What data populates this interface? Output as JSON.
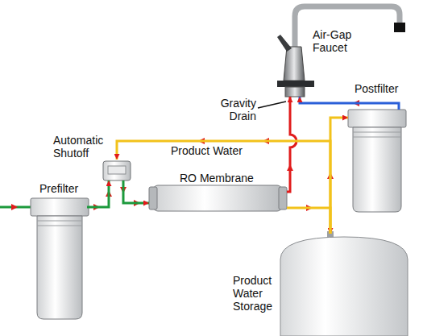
{
  "diagram": {
    "nodes": [
      {
        "text": [
          "Air-Gap Faucet"
        ]
      },
      {
        "text": [
          "Postfilter"
        ]
      },
      {
        "text": [
          "Automatic Shutoff"
        ]
      },
      {
        "text": [
          "RO Membrane"
        ]
      },
      {
        "text": [
          "Prefilter"
        ]
      },
      {
        "text": [
          "Product Water Storage"
        ]
      }
    ],
    "edges": [
      {
        "from": 4,
        "to": 2,
        "arrow": "to"
      },
      {
        "from": 2,
        "to": 3,
        "arrow": "to"
      },
      {
        "from": 3,
        "to": 0,
        "arrow": "to"
      },
      {
        "from": 3,
        "to": 5,
        "arrow": "to"
      },
      {
        "from": 5,
        "to": 1,
        "arrow": "to"
      },
      {
        "from": 1,
        "to": 0,
        "arrow": "to"
      },
      {
        "from": 5,
        "to": 2,
        "label": "Product Water",
        "arrow": "to"
      }
    ],
    "labels": [
      "Gravity Drain"
    ]
  }
}
